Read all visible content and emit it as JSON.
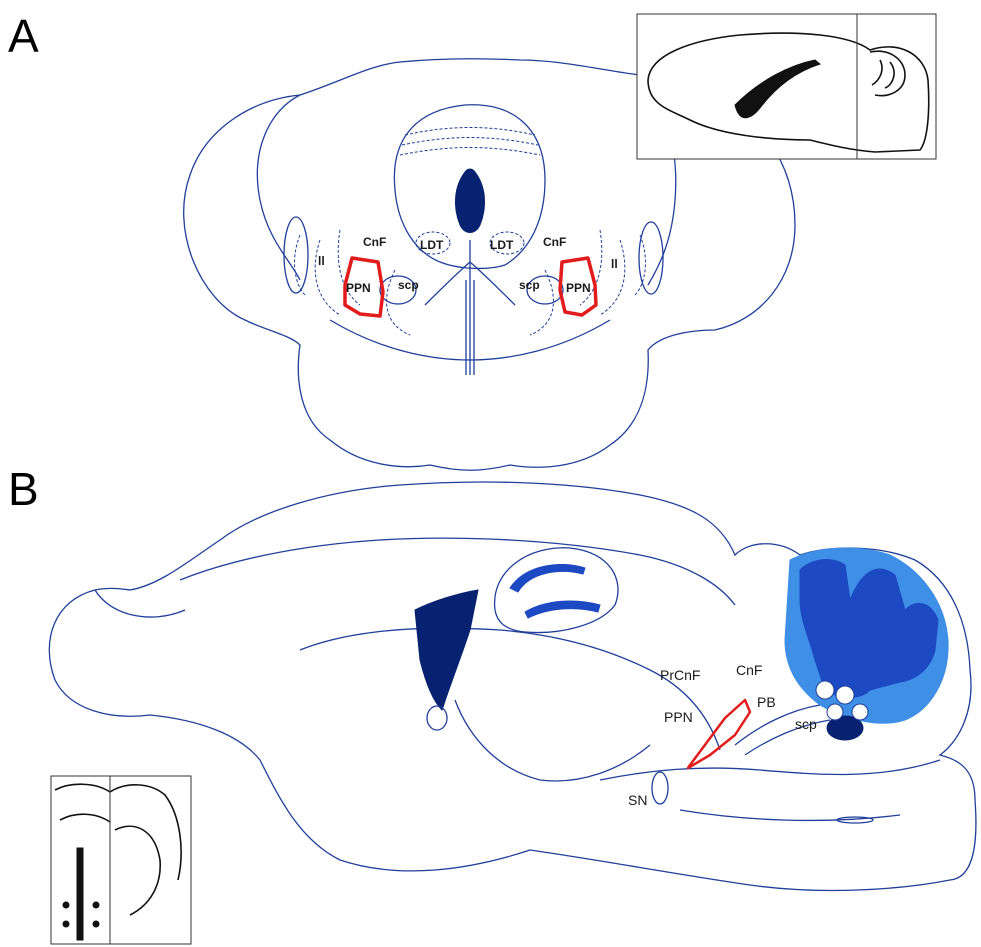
{
  "panels": {
    "a": {
      "letter": "A",
      "labels": {
        "il_left": "ll",
        "il_right": "ll",
        "cnf_left": "CnF",
        "cnf_right": "CnF",
        "ldt_left": "LDT",
        "ldt_right": "LDT",
        "ppn_left": "PPN",
        "ppn_right": "PPN",
        "scp_left": "scp",
        "scp_right": "scp"
      }
    },
    "b": {
      "letter": "B",
      "labels": {
        "prcnf": "PrCnF",
        "cnf": "CnF",
        "pb": "PB",
        "ppn": "PPN",
        "scp": "scp",
        "sn": "SN"
      }
    }
  },
  "colors": {
    "outline": "#1f3f9a",
    "ppn_highlight": "#e21c1c",
    "dark_fill": "#062271",
    "medium_fill": "#1d49c2",
    "light_fill": "#3f8fe6"
  }
}
